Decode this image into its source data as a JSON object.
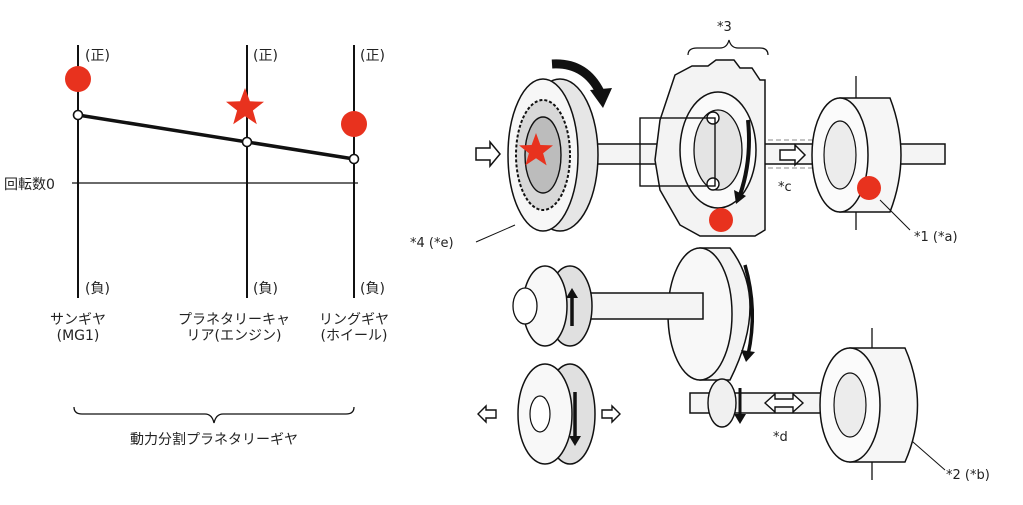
{
  "nomograph": {
    "positive_label": "(正)",
    "negative_label": "(負)",
    "zero_label": "回転数0",
    "axes": [
      {
        "line1": "サンギヤ",
        "line2": "(MG1)"
      },
      {
        "line1": "プラネタリーキャ",
        "line2": "リア(エンジン)"
      },
      {
        "line1": "リングギヤ",
        "line2": "(ホイール)"
      }
    ],
    "group_label": "動力分割プラネタリーギヤ"
  },
  "callouts": {
    "c3": "*3",
    "c4": "*4 (*e)",
    "c1": "*1 (*a)",
    "cc": "*c",
    "cd": "*d",
    "c2": "*2 (*b)"
  },
  "colors": {
    "marker": "#e8321e",
    "line": "#111111",
    "gear_fill": "#f2f2f2",
    "gear_shade": "#bdbdbd"
  }
}
